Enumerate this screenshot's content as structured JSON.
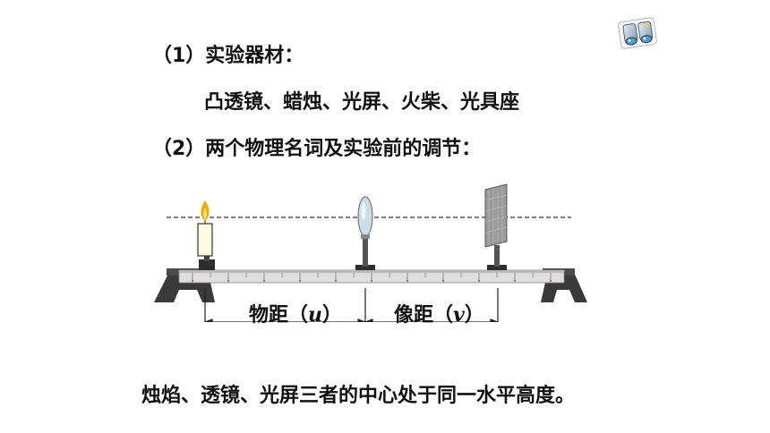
{
  "title_equipment": "（1）实验器材：",
  "equipment_list": "凸透镜、蜡烛、光屏、火柴、光具座",
  "title_terms": "（2）两个物理名词及实验前的调节：",
  "object_distance": {
    "label": "物距（",
    "symbol": "u",
    "close": "）"
  },
  "image_distance": {
    "label": "像距（",
    "symbol": "v",
    "close": "）"
  },
  "conclusion": "烛焰、透镜、光屏三者的中心处于同一水平高度。",
  "icons": {
    "corner": "binoculars-icon"
  },
  "colors": {
    "flame": "#f5a800",
    "candle": "#fffbe0",
    "bench": "#2e2e2e",
    "ruler": "#dedede",
    "screen": "#9a9a9a",
    "lens": "#c8dde8"
  }
}
